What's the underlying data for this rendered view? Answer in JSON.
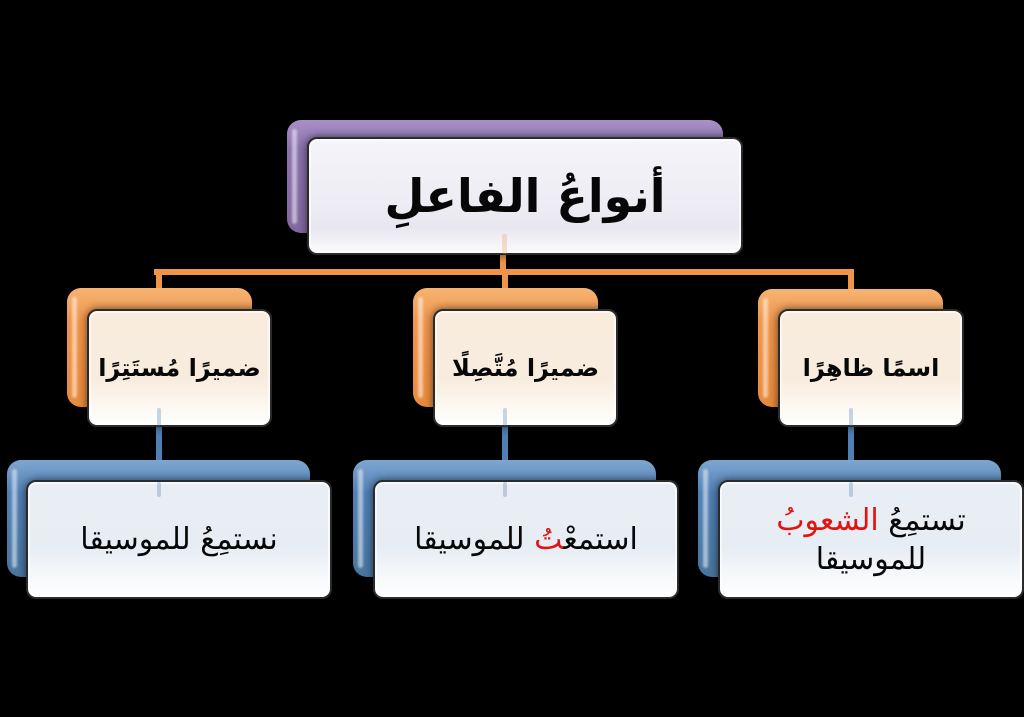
{
  "diagram": {
    "title": "أنواعُ الفاعلِ",
    "nodes": {
      "hidden_pronoun": {
        "label": "ضميرًا مُستَتِرًا"
      },
      "connected_pronoun": {
        "label": "ضميرًا مُتَّصِلًا"
      },
      "apparent_noun": {
        "label": "اسمًا ظاهِرًا"
      }
    },
    "examples": {
      "hidden_pronoun": {
        "text": "نستمِعُ للموسيقا"
      },
      "connected_pronoun": {
        "pre": "استمعْ‍",
        "red": "‍تُ",
        "post": " للموسيقا"
      },
      "apparent_noun": {
        "pre": "تستمِعُ ",
        "red": "الشعوبُ",
        "line2": "للموسيقا"
      }
    },
    "colors": {
      "background": "#000000",
      "root_back": "#8b71ae",
      "branch_back": "#f0954b",
      "leaf_back": "#5180b6",
      "connector_orange": "#f0944a",
      "connector_blue": "#4e80b6",
      "highlight_red": "#e01414",
      "text": "#070707"
    }
  }
}
